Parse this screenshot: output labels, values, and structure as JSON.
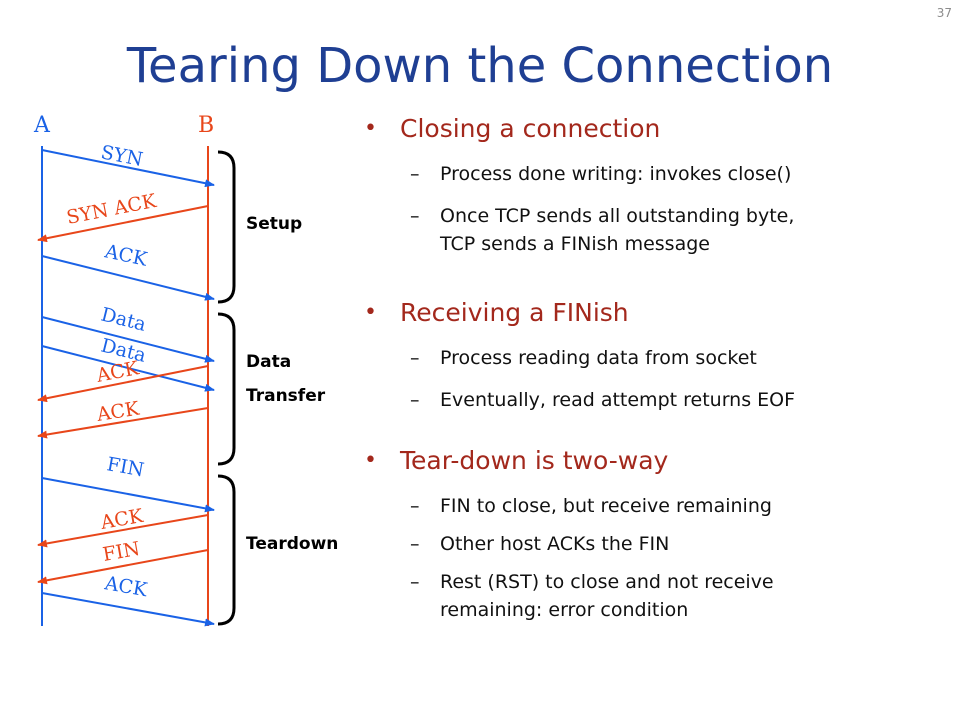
{
  "slide": {
    "number": "37",
    "title": "Tearing Down the Connection"
  },
  "diagram": {
    "host_a": "A",
    "host_b": "B",
    "colors": {
      "a_to_b": "#1a62e6",
      "b_to_a": "#e8461a",
      "bracket": "#000000"
    },
    "messages": [
      "SYN",
      "SYN ACK",
      "ACK",
      "Data",
      "Data",
      "ACK",
      "ACK",
      "FIN",
      "ACK",
      "FIN",
      "ACK"
    ],
    "phases": {
      "setup": "Setup",
      "data_transfer_line1": "Data",
      "data_transfer_line2": "Transfer",
      "teardown": "Teardown"
    }
  },
  "sections": [
    {
      "heading": "Closing a connection",
      "items": [
        [
          "Process done writing: invokes close()"
        ],
        [
          "Once TCP sends all outstanding byte,",
          "TCP sends a FINish message"
        ]
      ]
    },
    {
      "heading": "Receiving a FINish",
      "items": [
        [
          "Process reading data from socket"
        ],
        [
          "Eventually, read attempt returns EOF"
        ]
      ]
    },
    {
      "heading": "Tear-down is two-way",
      "items": [
        [
          "FIN to close, but receive remaining"
        ],
        [
          "Other host ACKs the FIN"
        ],
        [
          "Rest (RST) to close and not receive",
          "remaining:  error condition"
        ]
      ]
    }
  ]
}
